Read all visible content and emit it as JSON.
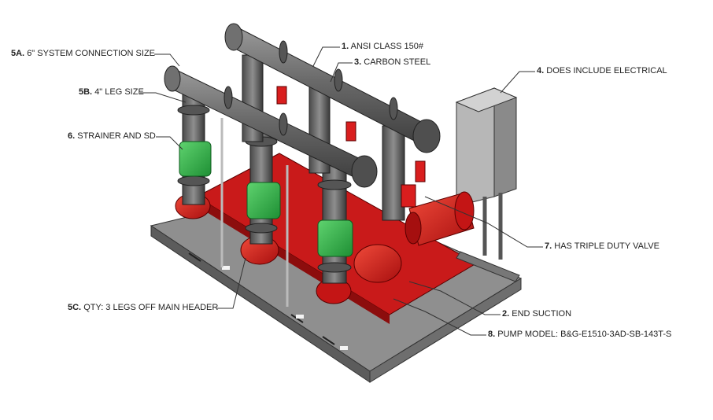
{
  "colors": {
    "pump_red": "#d91e1e",
    "strainer_green": "#2fb34a",
    "pipe_gray": "#6f6f6f",
    "skid_gray": "#8c8c8c",
    "panel_gray": "#a9a9a9"
  },
  "callouts": [
    {
      "id": "5a",
      "number": "5A.",
      "text": "6\" SYSTEM CONNECTION SIZE"
    },
    {
      "id": "1",
      "number": "1.",
      "text": "ANSI CLASS 150#"
    },
    {
      "id": "3",
      "number": "3.",
      "text": "CARBON STEEL"
    },
    {
      "id": "4",
      "number": "4.",
      "text": "DOES INCLUDE ELECTRICAL"
    },
    {
      "id": "5b",
      "number": "5B.",
      "text": "4\" LEG SIZE"
    },
    {
      "id": "6",
      "number": "6.",
      "text": "STRAINER AND SD"
    },
    {
      "id": "7",
      "number": "7.",
      "text": "HAS TRIPLE DUTY VALVE"
    },
    {
      "id": "5c",
      "number": "5C.",
      "text": "QTY: 3 LEGS OFF MAIN HEADER"
    },
    {
      "id": "2",
      "number": "2.",
      "text": "END SUCTION"
    },
    {
      "id": "8",
      "number": "8.",
      "text": "PUMP MODEL: B&G-E1510-3AD-SB-143T-S"
    }
  ]
}
